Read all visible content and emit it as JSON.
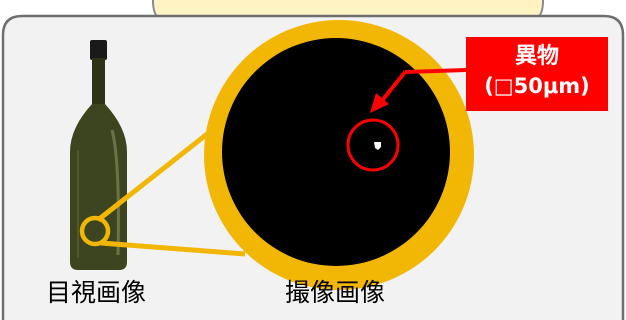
{
  "labels": {
    "visual_image": "目視画像",
    "captured_image": "撮像画像"
  },
  "callout": {
    "title": "異物",
    "size": "(□50μm)"
  },
  "colors": {
    "panel_fill": "#f2f2f2",
    "panel_border": "#6e6e6e",
    "top_panel_fill": "#fff3c4",
    "ring": "#f2b705",
    "highlight_circle": "#ff0000",
    "callout_bg": "#ff0000",
    "view_fill": "#000000",
    "bottle": "#3d4520"
  },
  "icons": {
    "bottle": "sake-bottle-icon",
    "particle": "foreign-particle-dot"
  }
}
